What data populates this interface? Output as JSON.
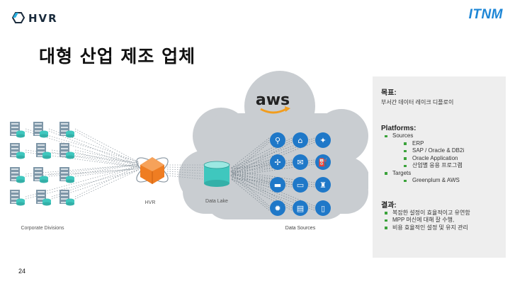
{
  "header": {
    "brand_left": "HVR",
    "brand_right": "ITNM"
  },
  "slide": {
    "title": "대형 산업 제조 업체",
    "page_number": "24"
  },
  "diagram": {
    "source_label": "Corporate Divisions",
    "hub_label": "HVR",
    "lake_label": "Data Lake",
    "cloud_logo": "aws",
    "sources_label": "Data Sources",
    "source_icons": [
      "bicycle-icon",
      "house-icon",
      "satellite-icon",
      "wind-turbine-icon",
      "chat-icon",
      "fuel-pump-icon",
      "car-icon",
      "monitor-icon",
      "factory-icon",
      "lightbulb-icon",
      "bus-icon",
      "mobile-phone-icon"
    ],
    "colors": {
      "cloud": "#c9cdd1",
      "icon_circle": "#1f78c8",
      "hub": "#ef7d22",
      "building": "#7f97a8"
    }
  },
  "panel": {
    "goal_heading": "목표:",
    "goal_text": "부서간 데이터 레이크 디플로이",
    "platforms_heading": "Platforms:",
    "sources_label": "Sources",
    "sources": [
      "ERP",
      "SAP / Oracle & DB2i",
      "Oracle Application",
      "산업별 응용 프로그램"
    ],
    "targets_label": "Targets",
    "targets": [
      "Greenplum & AWS"
    ],
    "result_heading": "결과:",
    "results": [
      "복잡한 설정이 효율적이고 유연함",
      "MPP 머신에 대해 잘 수행,",
      "비용 효율적인 설정 및 유지 관리"
    ]
  }
}
